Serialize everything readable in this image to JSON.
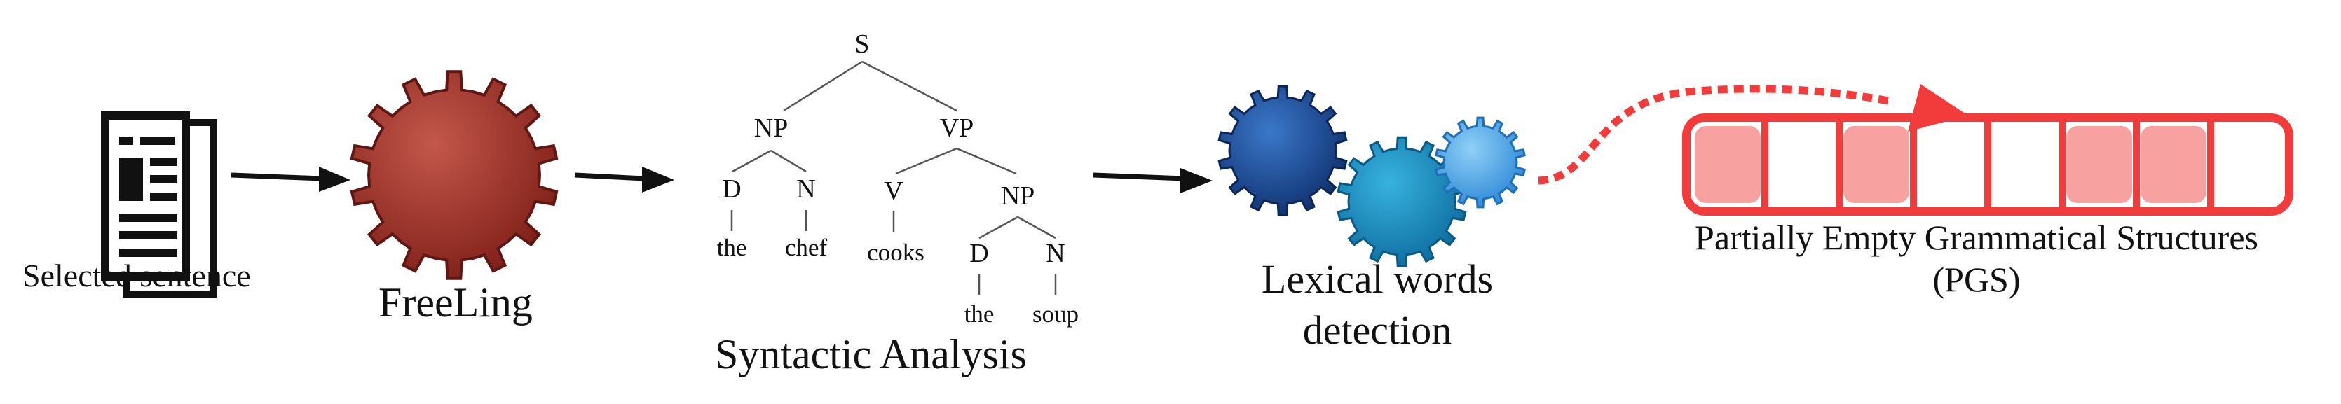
{
  "colors": {
    "freeling_gear": "#9a2e25",
    "gear_dark_blue": "#1c4f9c",
    "gear_mid_blue": "#1a8fc4",
    "gear_light_blue": "#4aa9e8",
    "pgs_red": "#f23b3b",
    "pgs_fill": "#f7a1a1",
    "arrow": "#111111"
  },
  "icons": {
    "document": "document-icon",
    "freeling": "gear-icon",
    "lexical": "gears-icon"
  },
  "steps": {
    "selected_sentence": "Selected sentence",
    "freeling": "FreeLing",
    "syntactic_analysis": "Syntactic Analysis",
    "lexical_line1": "Lexical words",
    "lexical_line2": "detection",
    "pgs_line1": "Partially Empty Grammatical Structures",
    "pgs_line2": "(PGS)"
  },
  "tree": {
    "root": "S",
    "np": "NP",
    "vp": "VP",
    "d1": "D",
    "n1": "N",
    "v": "V",
    "np2": "NP",
    "d2": "D",
    "n2": "N",
    "w1": "the",
    "w2": "chef",
    "w3": "cooks",
    "w4": "the",
    "w5": "soup"
  },
  "pgs_slots": [
    true,
    false,
    true,
    false,
    false,
    true,
    true,
    false
  ]
}
